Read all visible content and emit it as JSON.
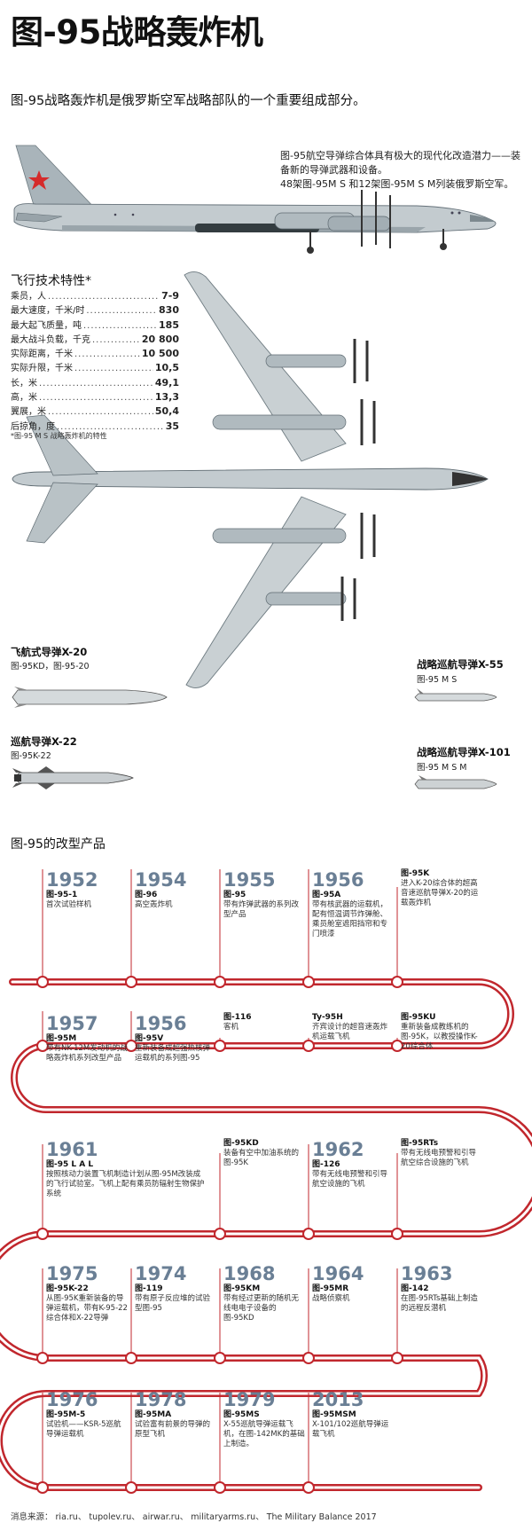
{
  "header": {
    "title": "图-95战略轰炸机",
    "subtitle": "图-95战略轰炸机是俄罗斯空军战略部队的一个重要组成部分。"
  },
  "note": {
    "line1": "图-95航空导弹综合体具有极大的现代化改造潜力——装",
    "line2": "备新的导弹武器和设备。",
    "line3": "48架图-95M S 和12架图-95M S M列装俄罗斯空军。"
  },
  "specs": {
    "title": "飞行技术特性*",
    "rows": [
      {
        "label": "乘员，人",
        "value": "7-9"
      },
      {
        "label": "最大速度，千米/时",
        "value": "830"
      },
      {
        "label": "最大起飞质量，吨",
        "value": "185"
      },
      {
        "label": "最大战斗负载，千克",
        "value": "20 800"
      },
      {
        "label": "实际距离，千米",
        "value": "10 500"
      },
      {
        "label": "实际升限，千米",
        "value": "10,5"
      },
      {
        "label": "长，米",
        "value": "49,1"
      },
      {
        "label": "高，米",
        "value": "13,3"
      },
      {
        "label": "翼展，米",
        "value": "50,4"
      },
      {
        "label": "后掠角，度",
        "value": "35"
      }
    ],
    "footnote": "*图-95 M S 战略轰炸机的特性"
  },
  "weapons": {
    "x20": {
      "name": "飞航式导弹X-20",
      "carrier": "图-95KD，图-95-20"
    },
    "x22": {
      "name": "巡航导弹X-22",
      "carrier": "图-95K-22"
    },
    "x55": {
      "name": "战略巡航导弹X-55",
      "carrier": "图-95 M S"
    },
    "x101": {
      "name": "战略巡航导弹X-101",
      "carrier": "图-95 M S M"
    }
  },
  "timeline": {
    "title": "图-95的改型产品",
    "entries": [
      {
        "year": "1952",
        "model": "图-95-1",
        "desc": "首次试验样机"
      },
      {
        "year": "1954",
        "model": "图-96",
        "desc": "高空轰炸机"
      },
      {
        "year": "1955",
        "model": "图-95",
        "desc": "带有炸弹武器的系列改型产品"
      },
      {
        "year": "1956",
        "model": "图-95A",
        "desc": "带有核武器的运载机，配有恒温调节炸弹舱、乘员舱室遮阳挡帘和专门喷漆"
      },
      {
        "year": "",
        "model": "图-95K",
        "desc": "进入K-20综合体的超高音速巡航导弹X-20的运载轰炸机"
      },
      {
        "year": "1957",
        "model": "图-95M",
        "desc": "带有NK-12M发动机的战略轰炸机系列改型产品"
      },
      {
        "year": "1956",
        "model": "图-95V",
        "desc": "重新装备成超强热核弹运载机的系列图-95"
      },
      {
        "year": "",
        "model": "图-116",
        "desc": "客机"
      },
      {
        "year": "",
        "model": "Ty-95H",
        "desc": "齐宾设计的超音速轰炸机运载飞机"
      },
      {
        "year": "",
        "model": "图-95KU",
        "desc": "重新装备成教练机的图-95K，以教授操作K-20综合体"
      },
      {
        "year": "1961",
        "model": "图-95 L A L",
        "desc": "按照核动力装置飞机制造计划从图-95M改装成的飞行试验室。飞机上配有乘员防辐射生物保护系统"
      },
      {
        "year": "",
        "model": "图-95KD",
        "desc": "装备有空中加油系统的图-95K"
      },
      {
        "year": "1962",
        "model": "图-126",
        "desc": "带有无线电预警和引导航空设施的飞机"
      },
      {
        "year": "",
        "model": "图-95RTs",
        "desc": "带有无线电预警和引导航空综合设施的飞机"
      },
      {
        "year": "1975",
        "model": "图-95K-22",
        "desc": "从图-95K重新装备的导弹运载机，带有K-95-22综合体和X-22导弹"
      },
      {
        "year": "1974",
        "model": "图-119",
        "desc": "带有原子反应堆的试验型图-95"
      },
      {
        "year": "1968",
        "model": "图-95KM",
        "desc": "带有经过更新的随机无线电电子设备的图-95KD"
      },
      {
        "year": "1964",
        "model": "图-95MR",
        "desc": "战略侦察机"
      },
      {
        "year": "1963",
        "model": "图-142",
        "desc": "在图-95RTs基础上制造的远程反潜机"
      },
      {
        "year": "1976",
        "model": "图-95M-5",
        "desc": "试验机——KSR-5巡航导弹运载机"
      },
      {
        "year": "1978",
        "model": "图-95MA",
        "desc": "试验富有前景的导弹的原型飞机"
      },
      {
        "year": "1979",
        "model": "图-95MS",
        "desc": "X-55巡航导弹运载飞机，在图-142MK的基础上制造。"
      },
      {
        "year": "2013",
        "model": "图-95MSM",
        "desc": "X-101/102巡航导弹运载飞机"
      }
    ]
  },
  "footer": {
    "source": "消息来源：  ria.ru、  tupolev.ru、  airwar.ru、  militaryarms.ru、  The Military Balance 2017"
  },
  "colors": {
    "accent_red": "#c1272d",
    "year_blue": "#6a7f95",
    "aircraft_gray": "#b9c2c6"
  }
}
